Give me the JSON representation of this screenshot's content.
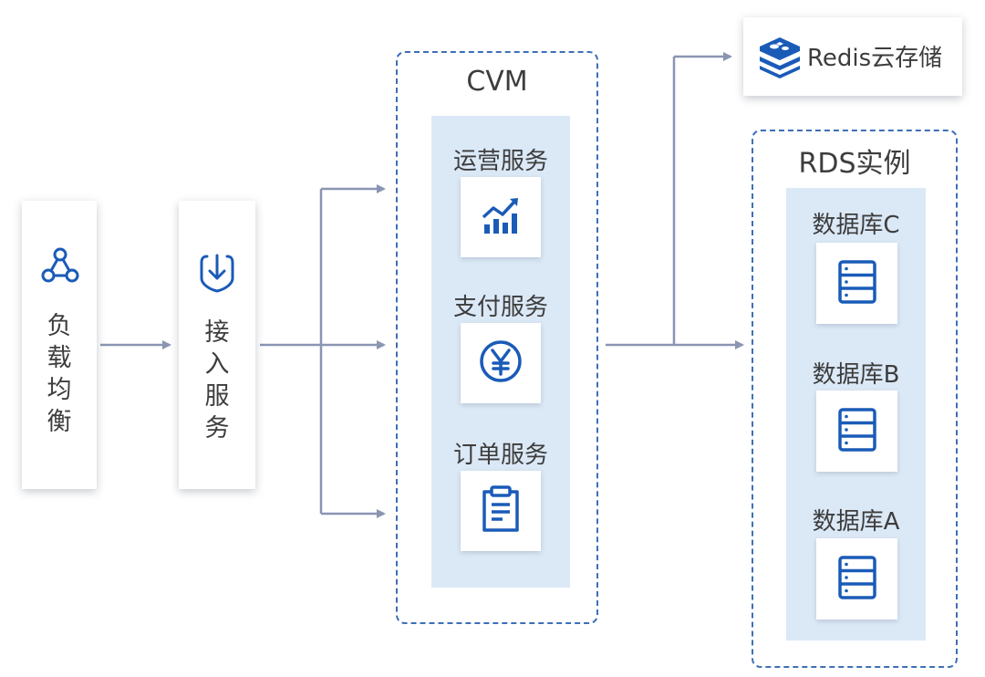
{
  "nodes": {
    "load_balancer": {
      "chars": [
        "负",
        "载",
        "均",
        "衡"
      ],
      "icon": "network-triangle-icon"
    },
    "access": {
      "chars": [
        "接",
        "入",
        "服",
        "务"
      ],
      "icon": "download-shield-icon"
    },
    "cvm": {
      "title": "CVM",
      "services": [
        {
          "label": "运营服务",
          "icon": "chart-growth-icon"
        },
        {
          "label": "支付服务",
          "icon": "yen-circle-icon"
        },
        {
          "label": "订单服务",
          "icon": "clipboard-icon"
        }
      ]
    },
    "redis": {
      "label": "Redis云存储",
      "icon": "layers-icon"
    },
    "rds": {
      "title": "RDS实例",
      "databases": [
        {
          "label": "数据库C",
          "icon": "server-icon"
        },
        {
          "label": "数据库B",
          "icon": "server-icon"
        },
        {
          "label": "数据库A",
          "icon": "server-icon"
        }
      ]
    }
  },
  "colors": {
    "icon": "#1a5bb8",
    "line": "#8a95b2",
    "dash": "#3d6fb8",
    "panel": "#dbe8f6"
  }
}
